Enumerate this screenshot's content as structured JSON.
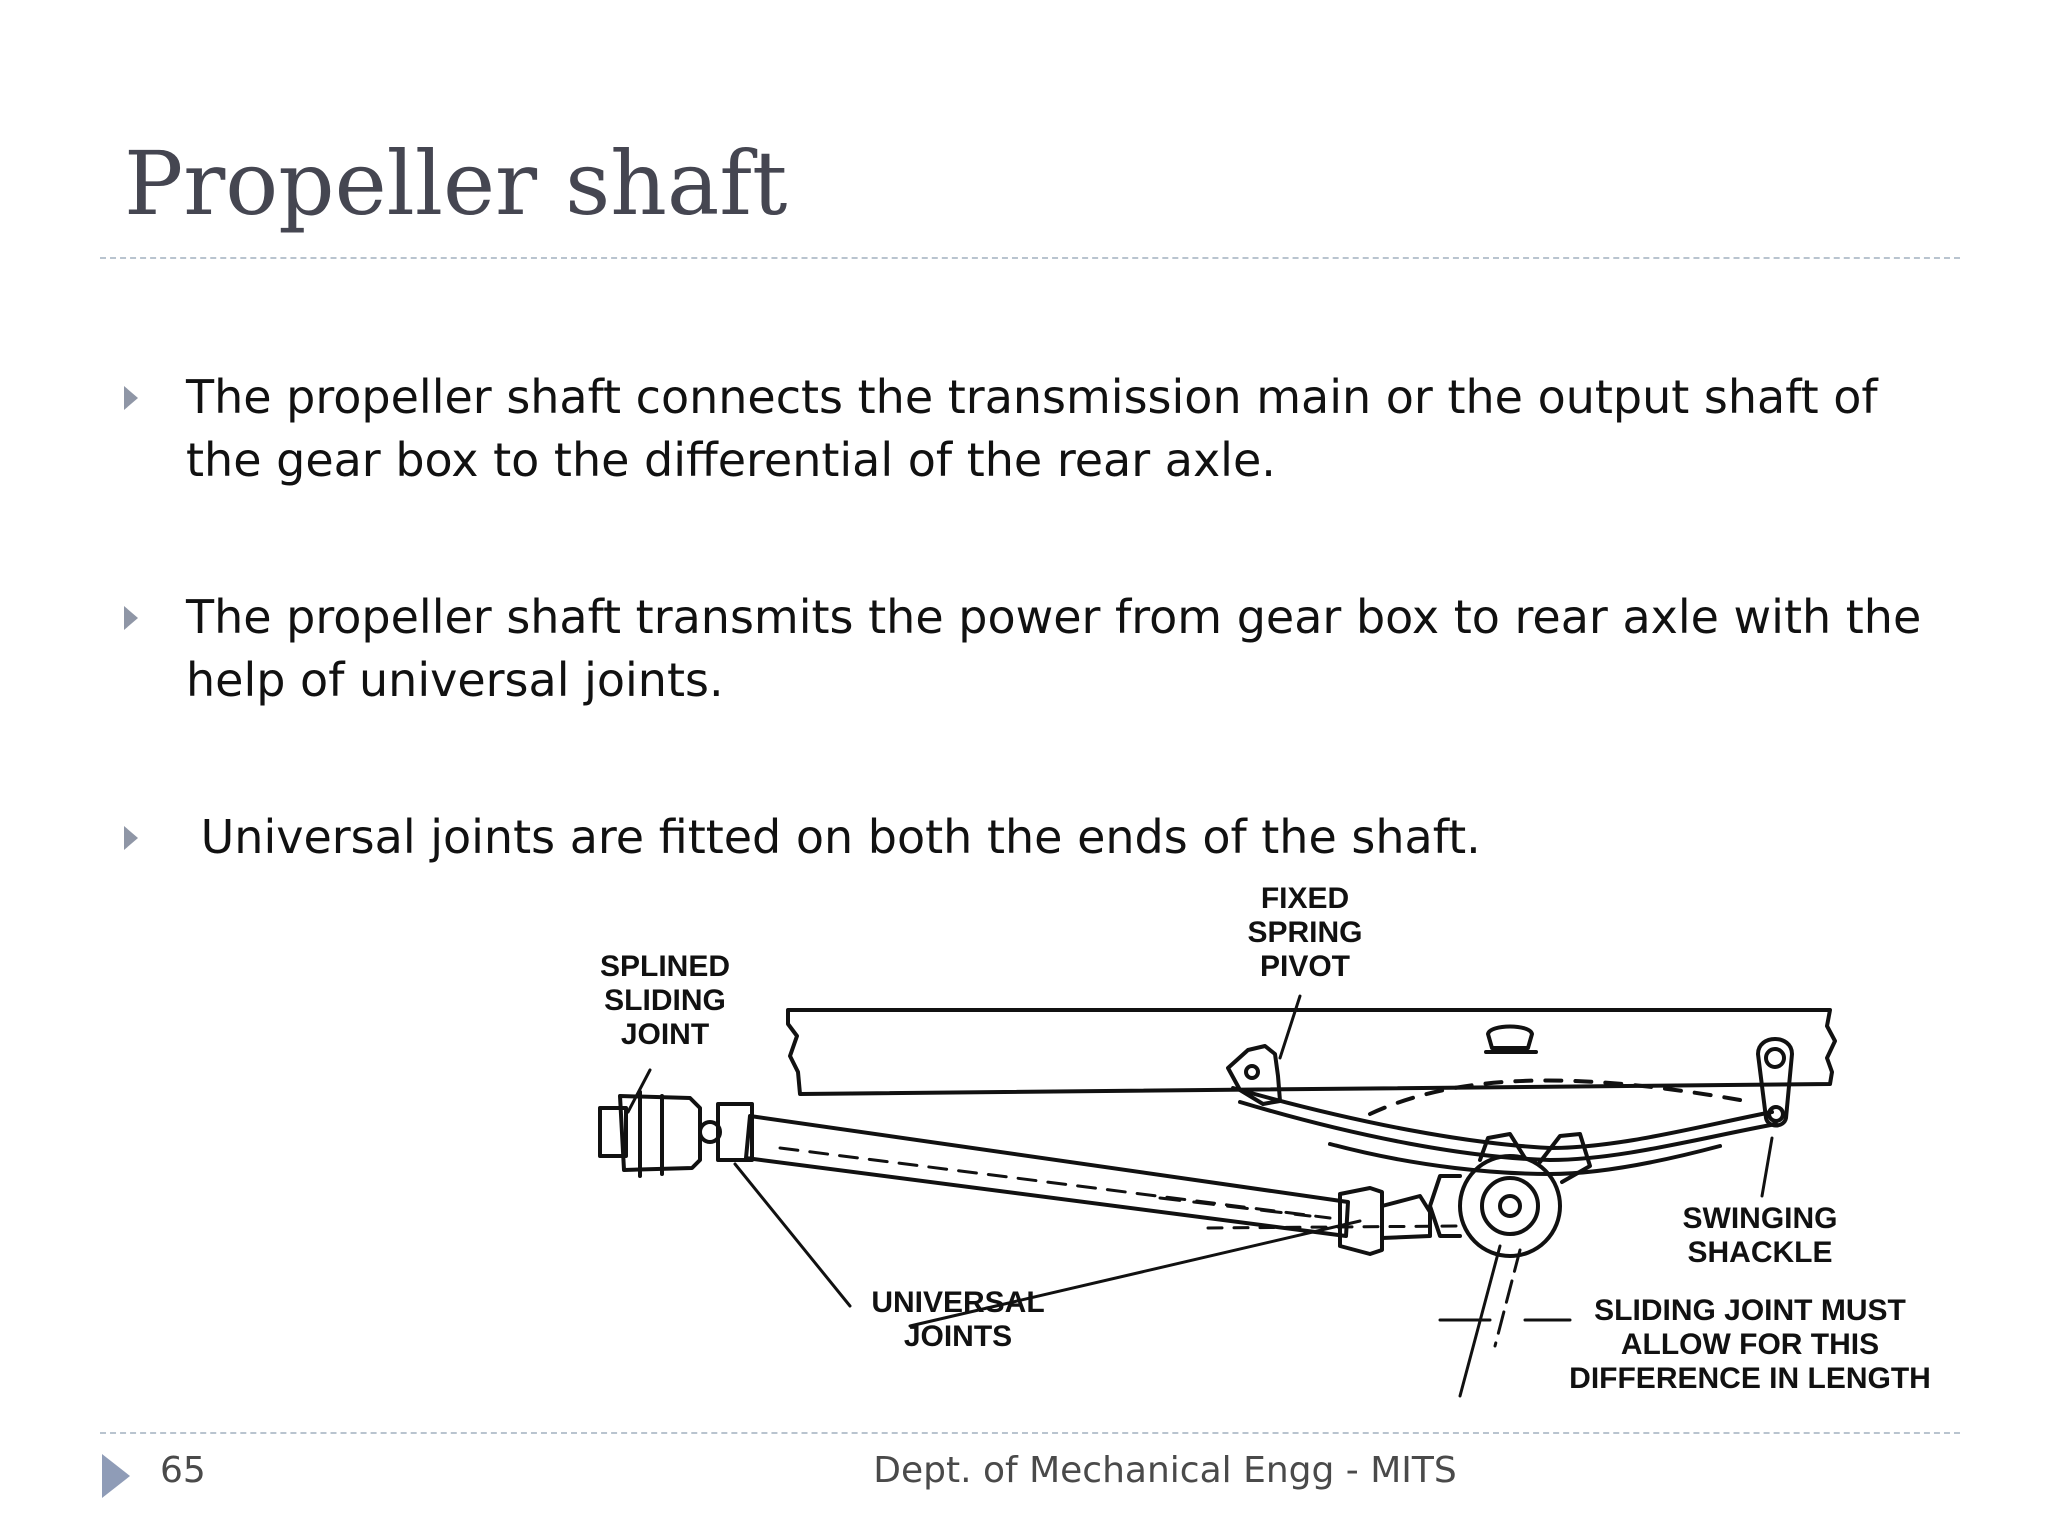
{
  "slide": {
    "title": "Propeller shaft",
    "bullets": [
      "The propeller shaft connects the transmission main or the output shaft of the gear box to the differential of the rear axle.",
      "The propeller shaft transmits the power from gear box to rear axle with the help of universal joints.",
      " Universal joints are fitted on both the ends of the shaft."
    ]
  },
  "diagram": {
    "labels": {
      "splined": [
        "SPLINED",
        "SLIDING",
        "JOINT"
      ],
      "fixed": [
        "FIXED",
        "SPRING",
        "PIVOT"
      ],
      "universal": [
        "UNIVERSAL",
        "JOINTS"
      ],
      "swinging": [
        "SWINGING",
        "SHACKLE"
      ],
      "sliding_note": [
        "SLIDING JOINT MUST",
        "ALLOW FOR THIS",
        "DIFFERENCE IN LENGTH"
      ]
    }
  },
  "footer": {
    "page_number": "65",
    "text": "Dept. of Mechanical Engg - MITS"
  }
}
